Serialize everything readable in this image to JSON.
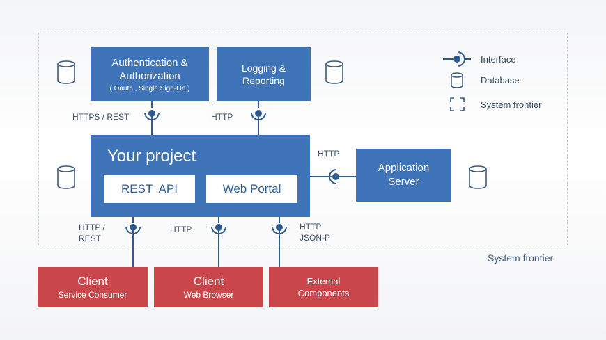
{
  "boundary": {
    "label": "System frontier"
  },
  "auth": {
    "title": "Authentication &\nAuthorization",
    "sub": "( Oauth , Single Sign-On )"
  },
  "logging": {
    "title": "Logging &\nReporting"
  },
  "project": {
    "title": "Your project",
    "rest": "REST  API",
    "portal": "Web Portal"
  },
  "app_server": {
    "title": "Application\nServer"
  },
  "clients": [
    {
      "title": "Client",
      "sub": "Service Consumer"
    },
    {
      "title": "Client",
      "sub": "Web Browser"
    },
    {
      "title": "External\nComponents",
      "sub": ""
    }
  ],
  "labels": {
    "auth_conn": "HTTPS / REST",
    "log_conn": "HTTP",
    "app_conn": "HTTP",
    "c1_conn": "HTTP /\nREST",
    "c2_conn": "HTTP",
    "c3_conn": "HTTP\nJSON-P"
  },
  "legend": {
    "interface": "Interface",
    "database": "Database",
    "frontier": "System frontier"
  },
  "colors": {
    "blue": "#3f74b8",
    "red": "#c9474b",
    "line": "#2e5a91"
  }
}
